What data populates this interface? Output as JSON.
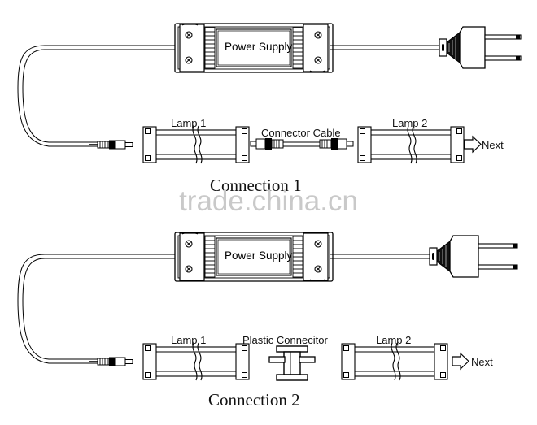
{
  "document": {
    "background_color": "#ffffff",
    "line_color": "#000000",
    "watermark_color": "#c9c9c9"
  },
  "watermark": {
    "text": "trade.china.cn"
  },
  "diagrams": [
    {
      "id": "connection-1",
      "title": "Connection 1",
      "power_supply_label": "Power Supply",
      "plug_name": "two-prong-ac-plug",
      "labels": {
        "lamp1": "Lamp 1",
        "middle": "Connector Cable",
        "lamp2": "Lamp 2",
        "next": "Next"
      },
      "middle_component": "connector-cable",
      "next_arrow_glyph": "arrow-right-outline"
    },
    {
      "id": "connection-2",
      "title": "Connection 2",
      "power_supply_label": "Power Supply",
      "plug_name": "two-prong-ac-plug",
      "labels": {
        "lamp1": "Lamp 1",
        "middle": "Plastic Connecitor",
        "lamp2": "Lamp 2",
        "next": "Next"
      },
      "middle_component": "plastic-connector",
      "next_arrow_glyph": "arrow-right-outline"
    }
  ]
}
